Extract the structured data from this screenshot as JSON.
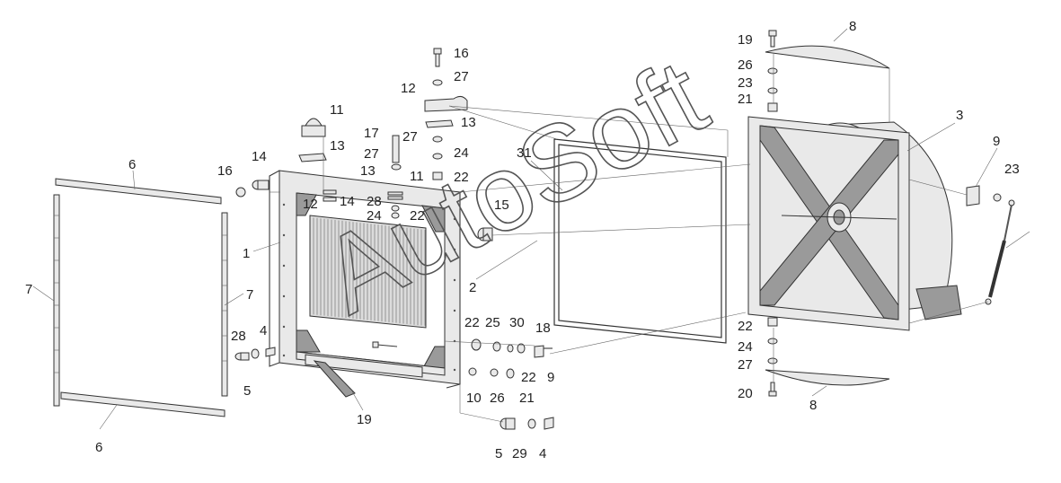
{
  "watermark": "AutoSoft",
  "callouts": [
    "1",
    "2",
    "3",
    "4",
    "4",
    "5",
    "5",
    "6",
    "6",
    "7",
    "7",
    "8",
    "8",
    "9",
    "9",
    "10",
    "11",
    "11",
    "12",
    "12",
    "13",
    "13",
    "13",
    "14",
    "14",
    "15",
    "16",
    "16",
    "17",
    "18",
    "19",
    "19",
    "20",
    "21",
    "21",
    "22",
    "22",
    "22",
    "22",
    "22",
    "23",
    "23",
    "24",
    "24",
    "24",
    "25",
    "26",
    "26",
    "27",
    "27",
    "27",
    "27",
    "28",
    "28",
    "29",
    "30",
    "31"
  ]
}
